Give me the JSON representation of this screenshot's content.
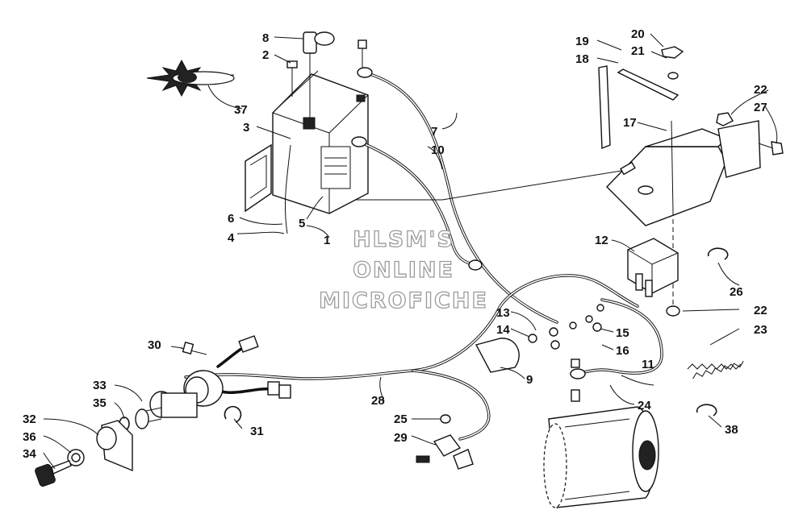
{
  "callouts": {
    "c1": "1",
    "c2": "2",
    "c3": "3",
    "c4": "4",
    "c5": "5",
    "c6": "6",
    "c7": "7",
    "c8": "8",
    "c9": "9",
    "c10": "10",
    "c11": "11",
    "c12": "12",
    "c13": "13",
    "c14": "14",
    "c15": "15",
    "c16": "16",
    "c17": "17",
    "c18": "18",
    "c19": "19",
    "c20": "20",
    "c21": "21",
    "c22a": "22",
    "c22b": "22",
    "c23": "23",
    "c24": "24",
    "c25": "25",
    "c26": "26",
    "c27": "27",
    "c28": "28",
    "c29": "29",
    "c30": "30",
    "c31": "31",
    "c32": "32",
    "c33": "33",
    "c34": "34",
    "c35": "35",
    "c36": "36",
    "c37": "37",
    "c38": "38"
  },
  "watermark": {
    "line1": "HLSM'S",
    "line2": "ONLINE",
    "line3": "MICROFICHE"
  }
}
